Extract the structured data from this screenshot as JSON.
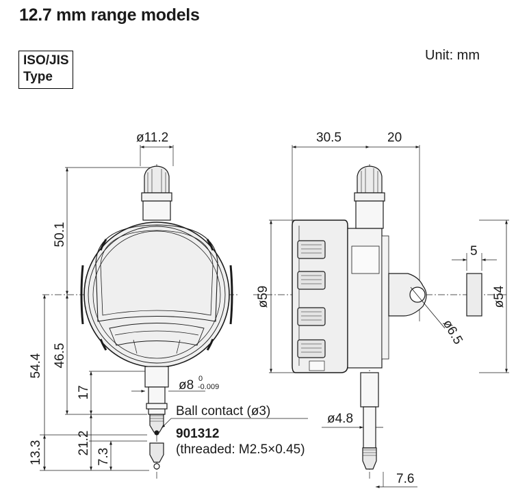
{
  "header": {
    "title": "12.7 mm range models",
    "unit": "Unit: mm"
  },
  "type_box": {
    "line1": "ISO/JIS",
    "line2": "Type"
  },
  "front_view": {
    "d_stem": "ø11.2",
    "h_top": "50.1",
    "h_total": "54.4",
    "h_bottom": "46.5",
    "d_spindle": "ø8",
    "tol_upper": "0",
    "tol_lower": "-0.009",
    "h_spindle": "17",
    "ball_contact": "Ball contact (ø3)",
    "part_number": "901312",
    "thread": "(threaded: M2.5×0.45)",
    "h_13_3": "13.3",
    "h_21_2": "21.2",
    "h_7_3": "7.3"
  },
  "side_view": {
    "w_left": "30.5",
    "w_right": "20",
    "d_body": "ø59",
    "d_lug": "ø6.5",
    "d_tip": "ø4.8",
    "w_tip": "7.6"
  },
  "lug_view": {
    "thickness": "5",
    "diameter": "ø54"
  }
}
